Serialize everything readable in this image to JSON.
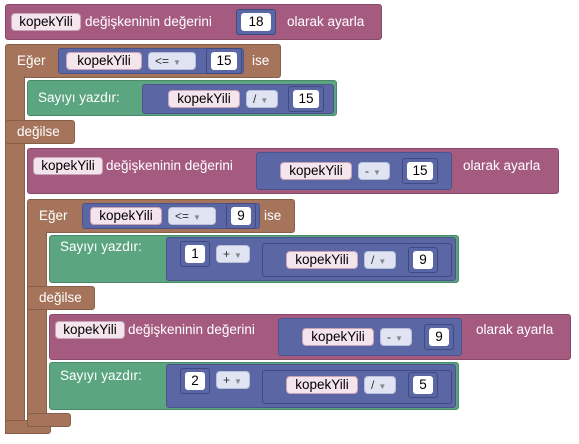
{
  "blocks": {
    "set_var": "değişkeninin değerini",
    "as_set": "olarak ayarla",
    "if": "Eğer",
    "then": "ise",
    "else": "değilse",
    "print": "Sayıyı yazdır:"
  },
  "variable": "kopekYili",
  "ops": {
    "lte": "<=",
    "div": "/",
    "minus": "-",
    "plus": "+"
  },
  "numbers": {
    "n18": "18",
    "n15a": "15",
    "n15b": "15",
    "n15c": "15",
    "n9a": "9",
    "n1": "1",
    "n9b": "9",
    "n9c": "9",
    "n2": "2",
    "n5": "5"
  },
  "colors": {
    "variable": "#a55b80",
    "logic": "#a5745b",
    "text": "#5ba580",
    "math": "#5b67a5"
  }
}
